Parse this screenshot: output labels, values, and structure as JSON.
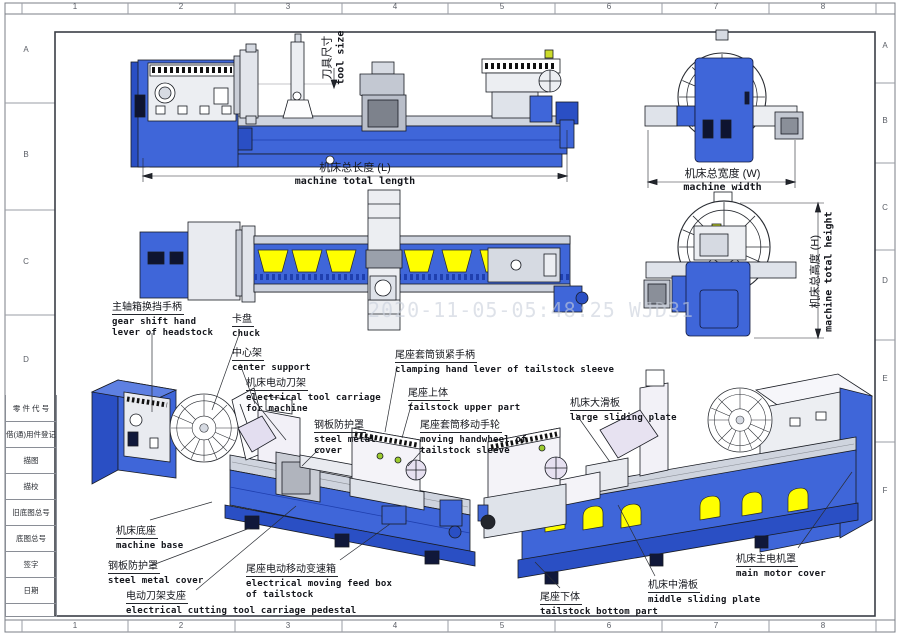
{
  "sheet": {
    "top_columns": [
      "1",
      "2",
      "3",
      "4",
      "5",
      "6",
      "7",
      "8"
    ],
    "bottom_columns": [
      "1",
      "2",
      "3",
      "4",
      "5",
      "6",
      "7",
      "8"
    ],
    "left_rows": [
      "A",
      "B",
      "C",
      "D"
    ],
    "right_rows": [
      "A",
      "B",
      "C",
      "D",
      "E",
      "F"
    ],
    "title_block": [
      "零 件 代 号",
      "借(通)用件登记",
      "描图",
      "描校",
      "旧底图总号",
      "底图总号",
      "签字",
      "日期"
    ],
    "watermark": "2020-11-05-05:48:25 WJD31"
  },
  "colors": {
    "machine_blue": "#3f66d9",
    "dark_blue": "#1f3fae",
    "panel_gray": "#e9ebf0",
    "way_cover_yellow": "#ffff00"
  },
  "dimensions": {
    "length_zh": "机床总长度 (L)",
    "length_en": "machine total length",
    "width_zh": "机床总宽度 (W)",
    "width_en": "machine width",
    "height_zh": "机床总高度 (H)",
    "height_en": "machine total height",
    "tool_zh": "刀具尺寸",
    "tool_en": "tool size"
  },
  "callouts": [
    {
      "zh": "主轴箱换挡手柄",
      "en": "gear shift hand\nlever of  headstock"
    },
    {
      "zh": "卡盘",
      "en": "chuck"
    },
    {
      "zh": "中心架",
      "en": "center support"
    },
    {
      "zh": "机床电动刀架",
      "en": "electrical tool carriage\nfor machine"
    },
    {
      "zh": "钢板防护罩",
      "en": "steel metal\ncover"
    },
    {
      "zh": "尾座套筒锁紧手柄",
      "en": "clamping hand lever of tailstock sleeve"
    },
    {
      "zh": "尾座上体",
      "en": "tailstock upper part"
    },
    {
      "zh": "尾座套筒移动手轮",
      "en": "moving handwheel of\ntailstock sleeve"
    },
    {
      "zh": "机床大滑板",
      "en": "large sliding plate"
    },
    {
      "zh": "机床底座",
      "en": "machine base"
    },
    {
      "zh": "钢板防护罩",
      "en": "steel metal cover"
    },
    {
      "zh": "电动刀架支座",
      "en": "electrical cutting tool carriage pedestal"
    },
    {
      "zh": "尾座电动移动变速箱",
      "en": "electrical moving feed box\nof tailstock"
    },
    {
      "zh": "尾座下体",
      "en": "tailstock bottom part"
    },
    {
      "zh": "机床中滑板",
      "en": "middle sliding plate"
    },
    {
      "zh": "机床主电机罩",
      "en": "main motor cover"
    }
  ]
}
